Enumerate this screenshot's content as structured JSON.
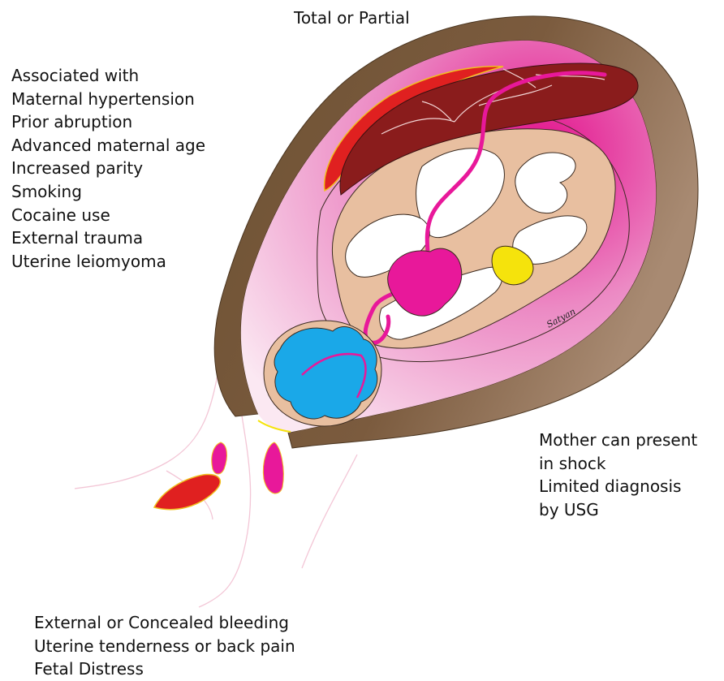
{
  "title": "Total or Partial",
  "associated": {
    "items": [
      "Associated with",
      "Maternal hypertension",
      "Prior abruption",
      "Advanced maternal age",
      "Increased parity",
      "Smoking",
      "Cocaine use",
      "External trauma",
      "Uterine leiomyoma"
    ]
  },
  "shock": {
    "lines": [
      "Mother can present",
      "in shock",
      "Limited diagnosis",
      "by USG"
    ]
  },
  "bleeding": {
    "lines": [
      "External or Concealed bleeding",
      "Uterine tenderness or back pain",
      "Fetal Distress"
    ]
  },
  "signature": "Satyan",
  "colors": {
    "uterus_wall": "#7a5a3c",
    "uterus_shade": "#a5866c",
    "cavity": "#e878b8",
    "placenta": "#8a1c1c",
    "clot": "#e02020",
    "fetus": "#e8bfa0",
    "cord": "#e8189a",
    "head": "#1aa8e8",
    "hand": "#f5e30c"
  }
}
